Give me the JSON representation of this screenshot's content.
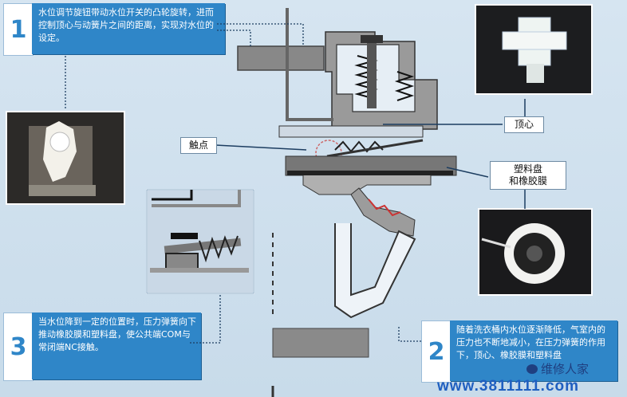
{
  "callouts": {
    "c1": {
      "number": "1",
      "text": "水位调节旋钮带动水位开关的凸轮旋转，进而控制顶心与动簧片之间的距离，实现对水位的设定。"
    },
    "c2": {
      "number": "2",
      "text": "随着洗衣桶内水位逐渐降低，气室内的压力也不断地减小，在压力弹簧的作用下，顶心、橡胶膜和塑料盘"
    },
    "c3": {
      "number": "3",
      "text": "当水位降到一定的位置时，压力弹簧向下推动橡胶膜和塑料盘，使公共端COM与常闭端NC接触。"
    }
  },
  "labels": {
    "contact": "触点",
    "plunger": "顶心",
    "disc_line1": "塑料盘",
    "disc_line2": "和橡胶膜"
  },
  "watermark": {
    "brand": "维修人家",
    "url": "www.3811111.com"
  },
  "colors": {
    "callout_bg": "#2f86c8",
    "diagram_gray": "#8a8a8a",
    "watermark_blue": "#1f5fc0"
  }
}
